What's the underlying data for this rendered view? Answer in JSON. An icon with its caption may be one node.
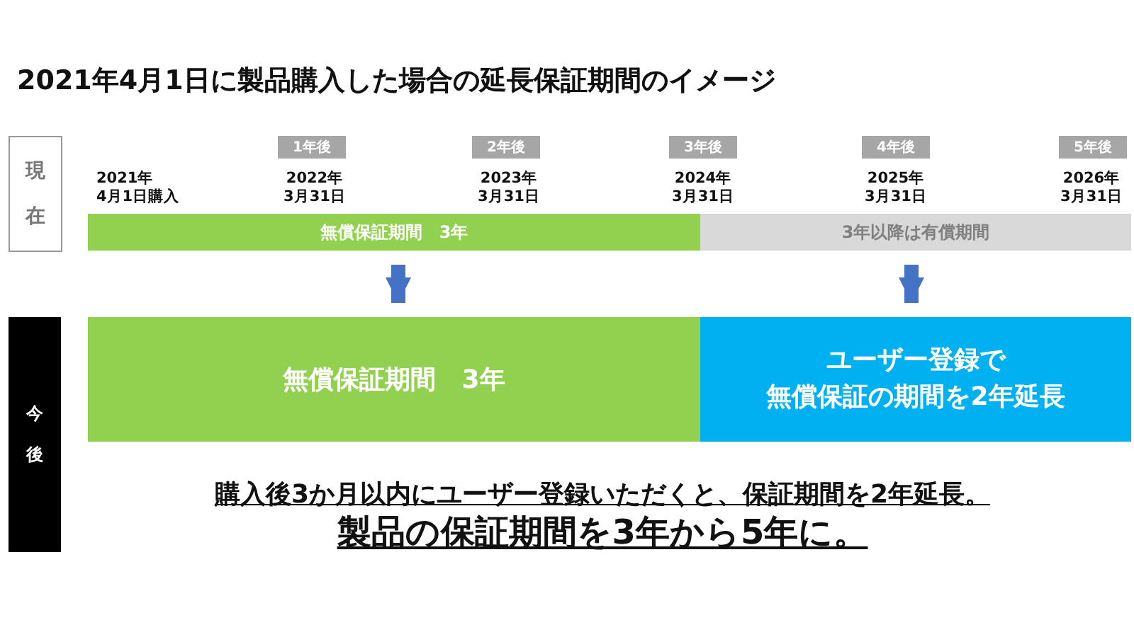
{
  "diagram": {
    "title": "2021年4月1日に製品購入した場合の延長保証期間のイメージ",
    "nodes": [
      {
        "text": [
          "現在"
        ]
      },
      {
        "text": [
          "1年後"
        ]
      },
      {
        "text": [
          "2年後"
        ]
      },
      {
        "text": [
          "3年後"
        ]
      },
      {
        "text": [
          "4年後"
        ]
      },
      {
        "text": [
          "5年後"
        ]
      },
      {
        "text": [
          "無償保証期間　3年"
        ]
      },
      {
        "text": [
          "3年以降は有償期間"
        ]
      },
      {
        "text": [
          "今後"
        ]
      },
      {
        "text": [
          "無償保証期間　3年"
        ]
      },
      {
        "text": [
          "ユーザー登録で無償保証の期間を2年延長"
        ]
      }
    ],
    "edges": [
      {
        "from": 6,
        "to": 9,
        "arrow": "to"
      },
      {
        "from": 7,
        "to": 10,
        "arrow": "to"
      }
    ],
    "labels": [
      "2021年4月1日購入",
      "2022年3月31日",
      "2023年3月31日",
      "2024年3月31日",
      "2025年3月31日",
      "2026年3月31日",
      "購入後3か月以内にユーザー登録いただくと、保証期間を2年延長。",
      "製品の保証期間を3年から5年に。"
    ]
  }
}
